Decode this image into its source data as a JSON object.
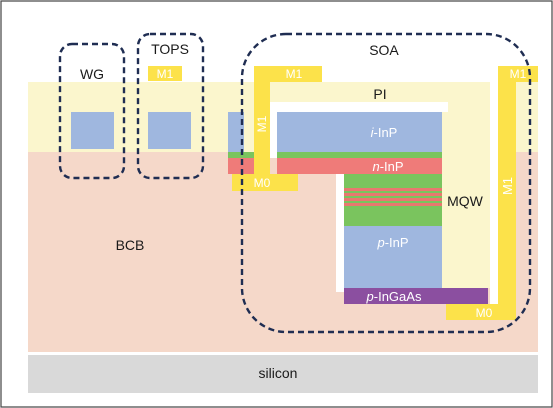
{
  "labels": {
    "wg": "WG",
    "tops": "TOPS",
    "soa": "SOA",
    "pi": "PI",
    "bcb": "BCB",
    "silicon": "silicon",
    "mqw": "MQW",
    "m1": "M1",
    "m0": "M0",
    "i_prefix": "i",
    "i_suffix": "-InP",
    "n_prefix": "n",
    "n_suffix": "-InP",
    "p_prefix": "p",
    "p_suffix": "-InP",
    "pg_prefix": "p",
    "pg_suffix": "-InGaAs"
  },
  "colors": {
    "frame": "#444444",
    "bcb": "#f5d8c9",
    "pi": "#fbf6cd",
    "silicon": "#d9d9d9",
    "metal": "#fce24a",
    "inp": "#9fb7df",
    "n_inp": "#ef7b79",
    "green": "#7ac45e",
    "qw_red": "#e8786f",
    "ingaas": "#8b4fa0",
    "dashed": "#1f2d52",
    "white": "#ffffff"
  }
}
